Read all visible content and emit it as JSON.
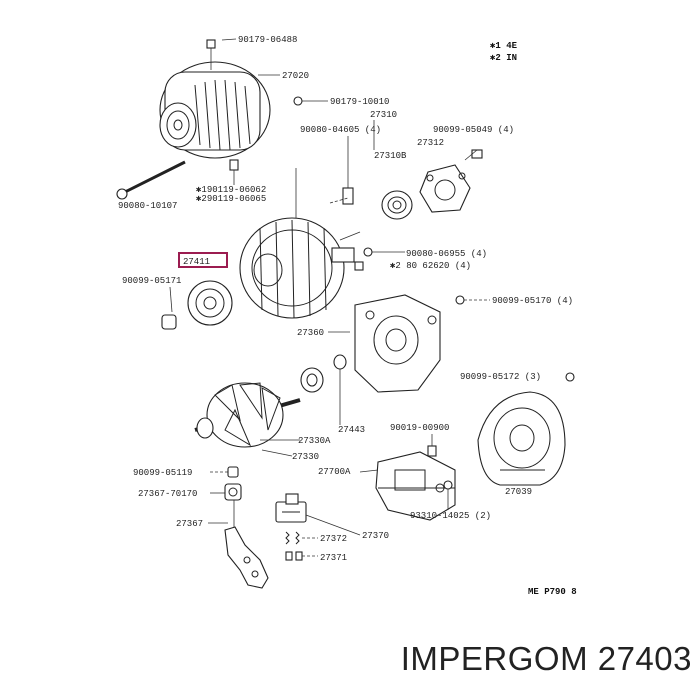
{
  "legend": {
    "line1": "✱1 4E",
    "line2": "✱2 IN"
  },
  "callouts": {
    "c1": "90179-06488",
    "c2": "27020",
    "c3": "90179-10010",
    "c4": "27310",
    "c5": "90080-04605 (4)",
    "c6": "90099-05049 (4)",
    "c7": "27312",
    "c8": "27310B",
    "c9": "✱190119-06062",
    "c10": "✱290119-06065",
    "c11": "90080-10107",
    "c12": "27411",
    "c13": "90099-05171",
    "c14": "90080-06955 (4)",
    "c15": "✱2 80 62620 (4)",
    "c16": "90099-05170 (4)",
    "c17": "27360",
    "c18": "90099-05172 (3)",
    "c19": "27443",
    "c20": "27330A",
    "c21": "90019-00900",
    "c22": "27330",
    "c23": "27700A",
    "c24": "27039",
    "c25": "90099-05119",
    "c26": "27367-70170",
    "c27": "93310-14025 (2)",
    "c28": "27367",
    "c29": "27370",
    "c30": "27372",
    "c31": "27371",
    "ref": "ME  P790 8"
  },
  "caption": "IMPERGOM 27403"
}
